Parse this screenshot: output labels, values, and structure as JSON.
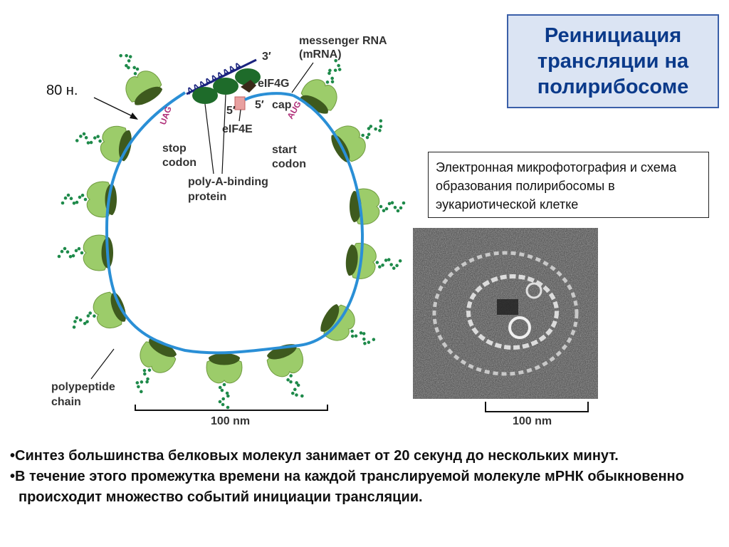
{
  "title": "Реинициация трансляции на полирибосоме",
  "caption": "Электронная микрофотография и схема образования полирибосомы в эукариотической клетке",
  "diagram": {
    "label_80n": "80 н.",
    "messenger_rna": "messenger RNA",
    "mrna": "(mRNA)",
    "three_prime": "3′",
    "five_prime_a": "5′",
    "five_prime_b": "5′",
    "cap": "cap",
    "eif4g": "eIF4G",
    "eif4e": "eIF4E",
    "polya": "AAAAAAAAA",
    "uag": "UAG",
    "aug": "AUG",
    "stop_codon_1": "stop",
    "stop_codon_2": "codon",
    "start_codon_1": "start",
    "start_codon_2": "codon",
    "pabp_1": "poly-A-binding",
    "pabp_2": "protein",
    "polypeptide_1": "polypeptide",
    "polypeptide_2": "chain",
    "scale_left": "100 nm",
    "scale_right": "100 nm"
  },
  "bullets": [
    "•Синтез большинства белковых молекул занимает от 20 секунд до нескольких минут.",
    "•В течение этого промежутка времени на каждой транслируемой молекуле мРНК обыкновенно происходит множество событий инициации трансляции."
  ],
  "colors": {
    "title_bg": "#dbe4f3",
    "title_border": "#3a5fa8",
    "title_text": "#0b3a8a",
    "ribosome_light": "#9ccc6a",
    "ribosome_dark": "#3e5a1e",
    "mrna": "#2a8fd6",
    "chain": "#1e8a4a",
    "codon": "#b0307a"
  }
}
